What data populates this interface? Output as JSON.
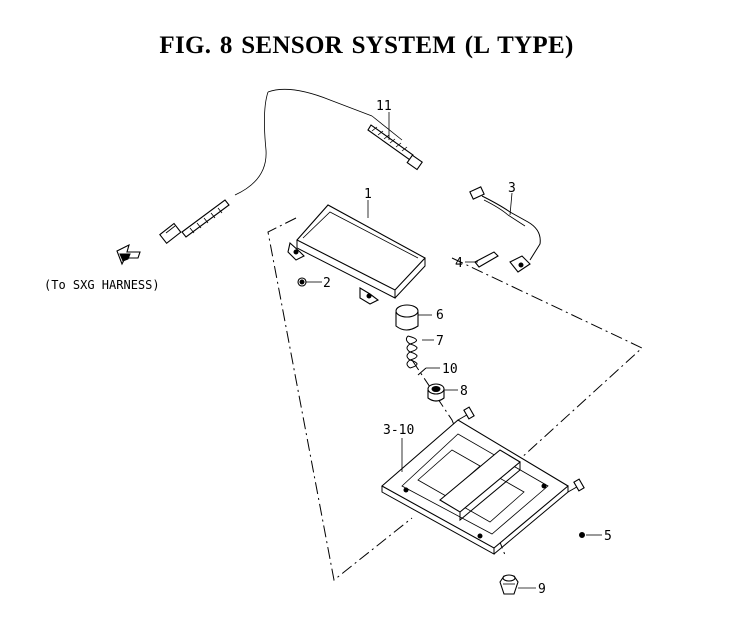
{
  "title": "FIG. 8  SENSOR SYSTEM (L TYPE)",
  "harness_note": "(To SXG HARNESS)",
  "callouts": [
    {
      "id": "1",
      "label": "1"
    },
    {
      "id": "2",
      "label": "2"
    },
    {
      "id": "3",
      "label": "3"
    },
    {
      "id": "3-10",
      "label": "3-10"
    },
    {
      "id": "4",
      "label": "4"
    },
    {
      "id": "5",
      "label": "5"
    },
    {
      "id": "6",
      "label": "6"
    },
    {
      "id": "7",
      "label": "7"
    },
    {
      "id": "8",
      "label": "8"
    },
    {
      "id": "9",
      "label": "9"
    },
    {
      "id": "10",
      "label": "10"
    },
    {
      "id": "11",
      "label": "11"
    }
  ]
}
